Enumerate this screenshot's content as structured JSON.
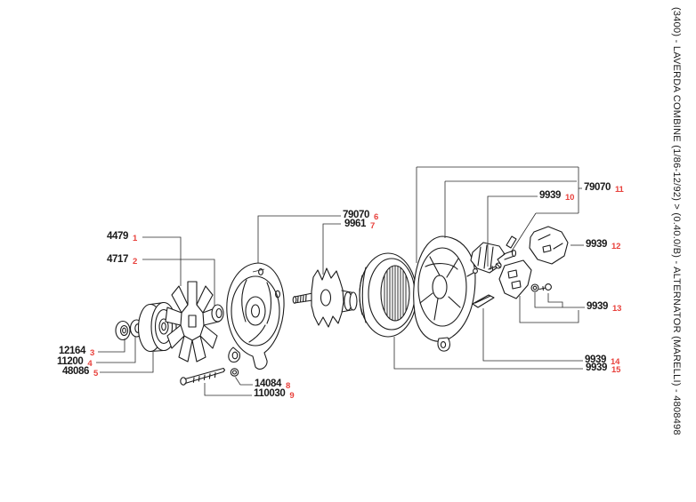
{
  "title_vertical": "(3400) - LAVERDA COMBINE (1/86-12/92) > (0.40.0/B) - ALTERNATOR (MARELLI) - 4808498",
  "colors": {
    "ink": "#1a1a1a",
    "index_red": "#e8413c",
    "background": "#ffffff"
  },
  "diagram": {
    "description": "Exploded parts view of alternator (Marelli) with numbered callouts",
    "parts": [
      {
        "index": "1",
        "number": "4479",
        "component": "cooling-fan"
      },
      {
        "index": "2",
        "number": "4717",
        "component": "spacer-ring"
      },
      {
        "index": "3",
        "number": "12164",
        "component": "pulley-nut"
      },
      {
        "index": "4",
        "number": "11200",
        "component": "washer"
      },
      {
        "index": "5",
        "number": "48086",
        "component": "pulley"
      },
      {
        "index": "6",
        "number": "79070",
        "component": "front-bracket"
      },
      {
        "index": "7",
        "number": "9961",
        "component": "rotor"
      },
      {
        "index": "8",
        "number": "14084",
        "component": "small-nut"
      },
      {
        "index": "9",
        "number": "110030",
        "component": "through-bolt"
      },
      {
        "index": "10",
        "number": "9939",
        "component": "screw"
      },
      {
        "index": "11",
        "number": "79070",
        "component": "rear-bracket-assembly"
      },
      {
        "index": "12",
        "number": "9939",
        "component": "regulator"
      },
      {
        "index": "13",
        "number": "9939",
        "component": "screw-set"
      },
      {
        "index": "14",
        "number": "9939",
        "component": "retaining-plate"
      },
      {
        "index": "15",
        "number": "9939",
        "component": "stator"
      }
    ]
  }
}
